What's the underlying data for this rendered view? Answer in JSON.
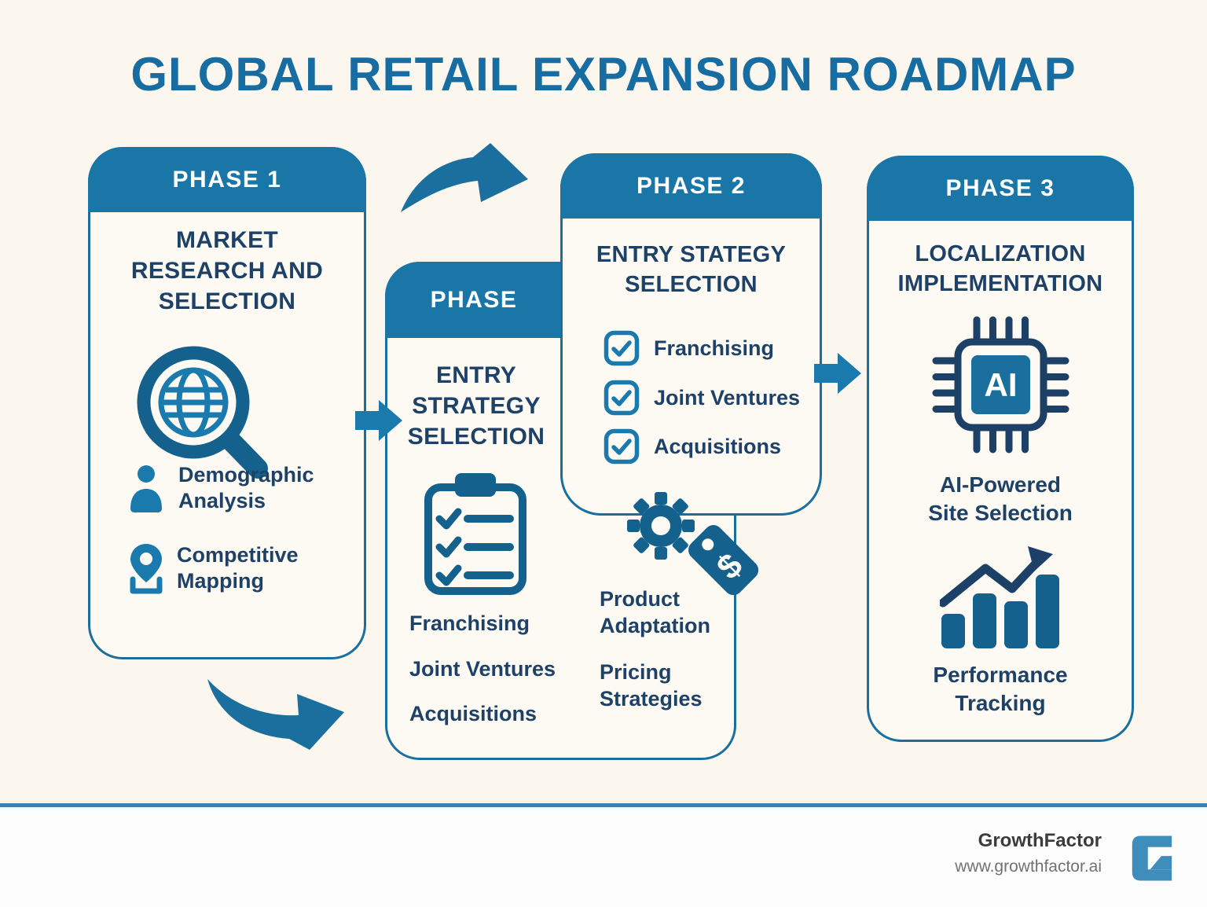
{
  "title": "GLOBAL RETAIL EXPANSION ROADMAP",
  "colors": {
    "accent_blue": "#1b76a8",
    "border_blue": "#1a6f9f",
    "title_blue": "#176da2",
    "navy_text": "#1e4167",
    "icon_dark_blue": "#14618d",
    "icon_light_blue": "#1a7aad",
    "background_cream": "#fbf6ee",
    "card_cream": "#fdfaf4",
    "footer_divider_blue": "#3e82ac",
    "logo_blue": "#3e8dbb"
  },
  "phases": {
    "phase1": {
      "header": "PHASE 1",
      "title": "MARKET\nRESEARCH AND\nSELECTION",
      "items": [
        {
          "icon": "person-icon",
          "label": "Demographic\nAnalysis"
        },
        {
          "icon": "map-pin-icon",
          "label": "Competitive\nMapping"
        }
      ]
    },
    "entry": {
      "header": "PHASE",
      "title": "ENTRY\nSTRATEGY\nSELECTION",
      "items": [
        "Franchising",
        "Joint Ventures",
        "Acquisitions"
      ],
      "right_items": [
        "Product\nAdaptation",
        "Pricing\nStrategies"
      ],
      "price_tag_symbol": "$"
    },
    "phase2": {
      "header": "PHASE 2",
      "title": "ENTRY STATEGY\nSELECTION",
      "checklist": [
        "Franchising",
        "Joint Ventures",
        "Acquisitions"
      ]
    },
    "phase3": {
      "header": "PHASE 3",
      "title": "LOCALIZATION\nIMPLEMENTATION",
      "chip_label": "AI",
      "captions": [
        "AI-Powered\nSite Selection",
        "Performance\nTracking"
      ]
    }
  },
  "footer": {
    "brand": "GrowthFactor",
    "url": "www.growthfactor.ai"
  }
}
